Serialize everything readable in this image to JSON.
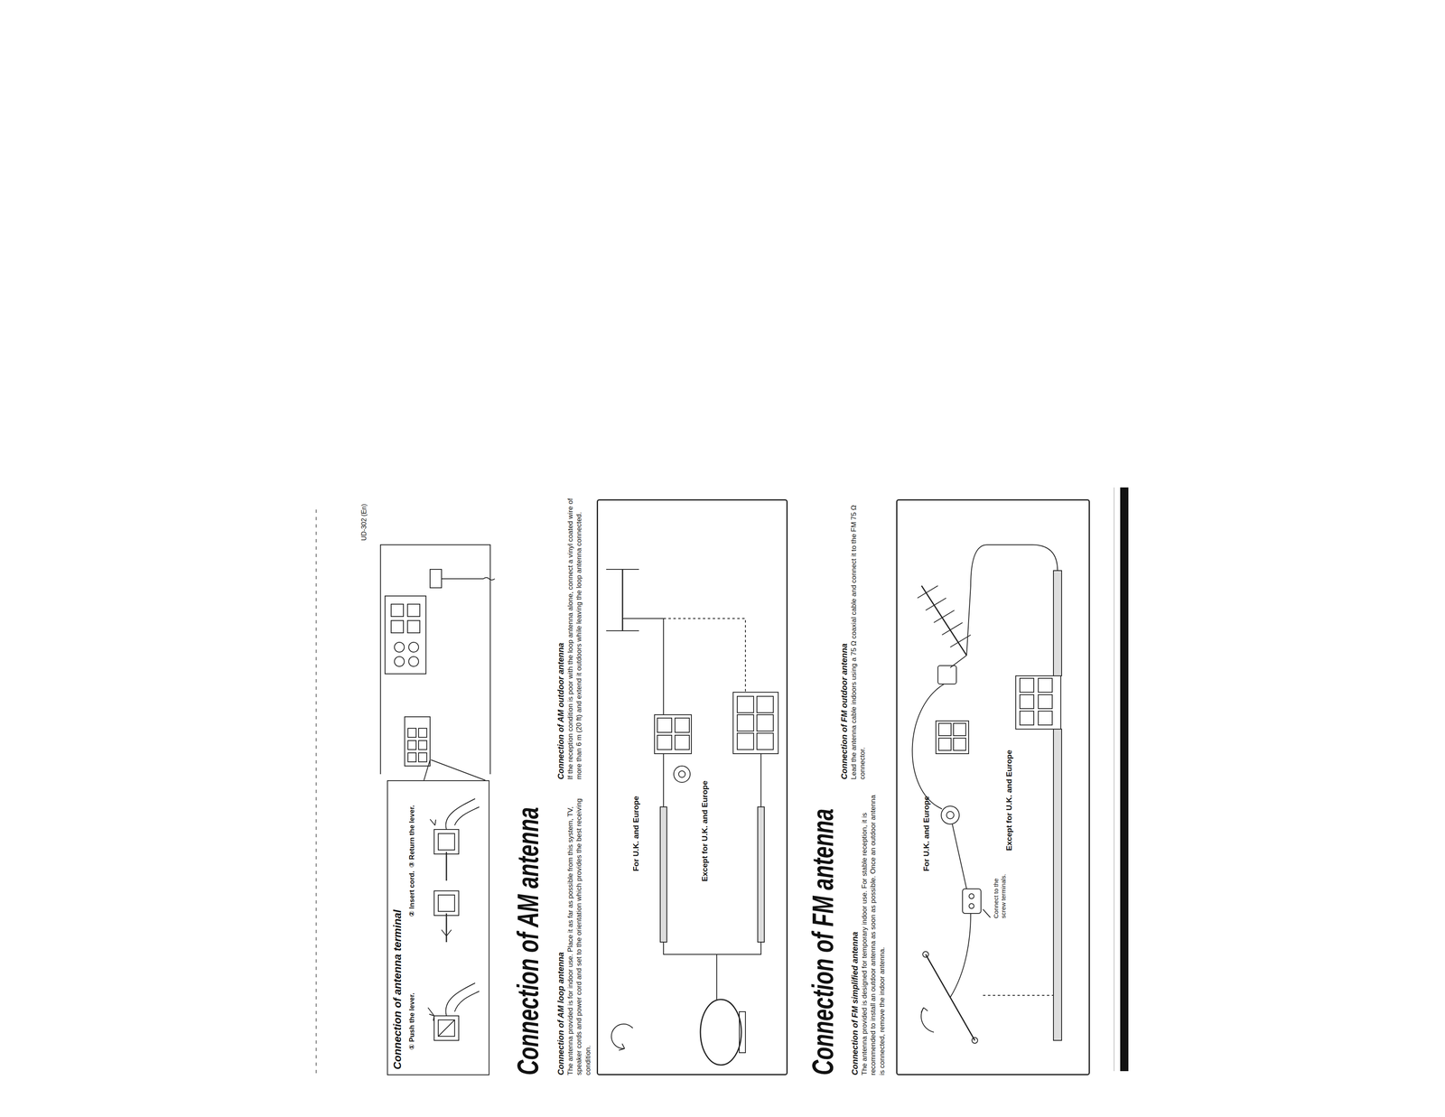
{
  "diagram": {
    "nodes": [
      {
        "text": [
          "Connection of antenna terminal",
          "① Push the lever.",
          "② Insert cord.",
          "③ Return the lever."
        ]
      },
      {
        "text": [
          "For U.K. and Europe",
          "Except for U.K. and Europe"
        ]
      },
      {
        "text": [
          "For U.K. and Europe",
          "Connect to the screw terminals.",
          "Except for U.K. and Europe"
        ]
      }
    ],
    "labels": [
      "UD-302 (En)",
      "Connection of AM antenna",
      "Connection of AM loop antenna",
      "The antenna provided is for indoor use. Place it as far as possible from this system, TV, speaker cords and power cord and set to the orientation which provides the best receiving condition.",
      "Connection of AM outdoor antenna",
      "If the reception condition is poor with the loop antenna alone, connect a vinyl coated wire of more than 6 m (20 ft) and extend it outdoors while leaving the loop antenna connected.",
      "Connection of FM antenna",
      "Connection of FM simplified antenna",
      "The antenna provided is designed for temporary indoor use. For stable reception, it is recommended to install an outdoor antenna as soon as possible. Once an outdoor antenna is connected, remove the indoor antenna.",
      "Connection of FM outdoor antenna",
      "Lead the antenna cable indoors using a 75 Ω coaxial cable and connect it to the FM 75 Ω connector."
    ]
  }
}
